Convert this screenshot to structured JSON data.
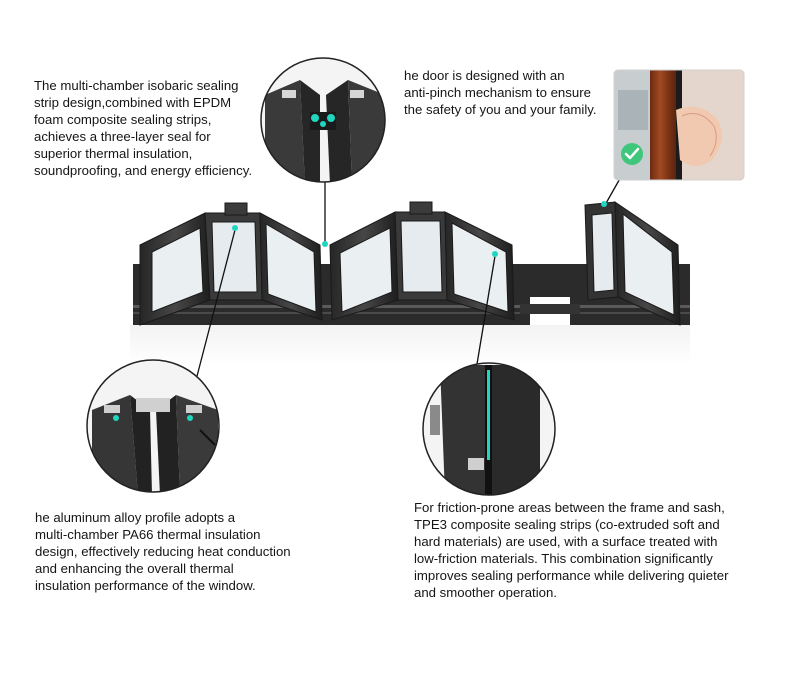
{
  "callouts": {
    "sealing_strip": "The multi-chamber isobaric sealing\nstrip design,combined with EPDM\nfoam composite sealing strips,\nachieves a three-layer seal for\nsuperior thermal insulation,\nsoundproofing, and energy efficiency.",
    "anti_pinch": "he door is designed with an\nanti-pinch mechanism to ensure\nthe safety of you and your family.",
    "thermal_profile": "he aluminum alloy profile adopts a\nmulti-chamber PA66 thermal insulation\ndesign, effectively reducing heat conduction\nand enhancing the overall thermal\ninsulation performance of the window.",
    "friction_strip": "For friction-prone areas between the frame and sash,\nTPE3 composite sealing strips (co-extruded soft and\nhard materials) are used, with a surface treated with\nlow-friction materials. This combination significantly\nimproves sealing performance while delivering quieter\nand smoother operation."
  },
  "colors": {
    "profile": "#2e2e2e",
    "profile_light": "#4a4a4a",
    "accent_teal": "#1fd6c0",
    "glass": "#dfe6ea",
    "wood": "#8b3a1a",
    "check_green": "#3ec77a"
  },
  "icons": {
    "checkmark": "check-icon"
  }
}
